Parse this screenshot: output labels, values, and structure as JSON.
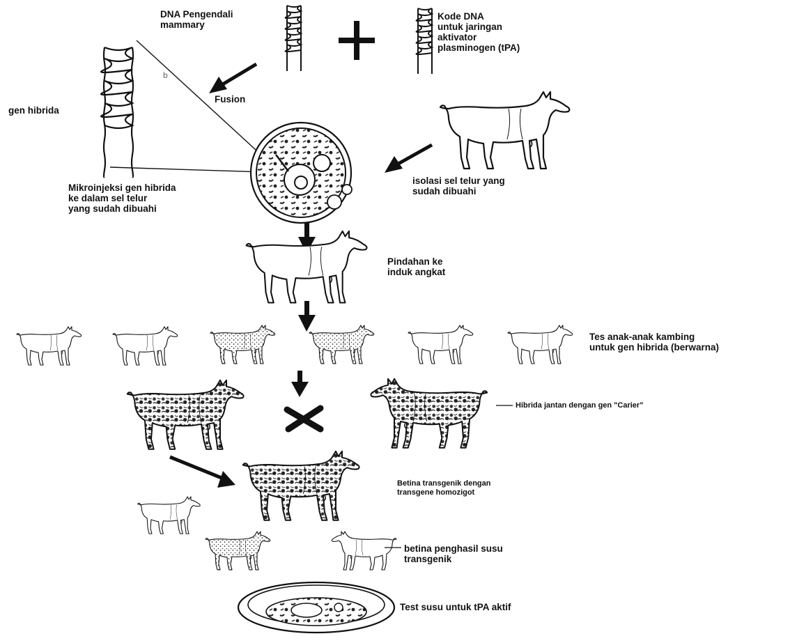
{
  "labels": {
    "dna_pengendali": [
      "DNA Pengendali",
      "mammary"
    ],
    "kode_dna": [
      "Kode DNA",
      "untuk jaringan",
      "aktivator",
      "plasminogen (tPA)"
    ],
    "fusion": "Fusion",
    "gen_hibrida": "gen hibrida",
    "mikroinjeksi": [
      "Mikroinjeksi gen hibrida",
      "ke dalam sel telur",
      "yang sudah dibuahi"
    ],
    "isolasi": [
      "isolasi sel telur yang",
      "sudah dibuahi"
    ],
    "pindahan": [
      "Pindahan ke",
      "induk angkat"
    ],
    "tes_anak": [
      "Tes anak-anak kambing",
      "untuk gen hibrida (berwarna)"
    ],
    "hibrida_jantan": "Hibrida jantan dengan gen \"Carier\"",
    "betina_transgenik": [
      "Betina transgenik dengan",
      "transgene homozigot"
    ],
    "betina_penghasil": [
      "betina penghasil susu",
      "transgenik"
    ],
    "test_susu": "Test susu untuk tPA aktif"
  },
  "colors": {
    "ink": "#111111",
    "paper": "#ffffff",
    "pattern": "#444444"
  }
}
